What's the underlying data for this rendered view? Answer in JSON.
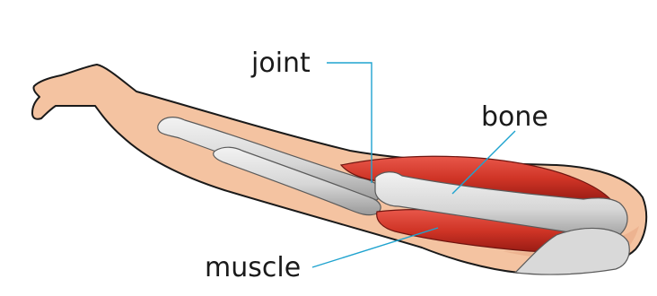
{
  "diagram": {
    "labels": {
      "joint": "joint",
      "bone": "bone",
      "muscle": "muscle"
    },
    "colors": {
      "skin": "#f4c3a1",
      "skin_shadow": "#e8a986",
      "bone": "#dadada",
      "bone_shadow": "#9e9e9e",
      "muscle": "#d43a2a",
      "muscle_dark": "#9e1f17",
      "leader_line": "#1fa3cf"
    }
  }
}
